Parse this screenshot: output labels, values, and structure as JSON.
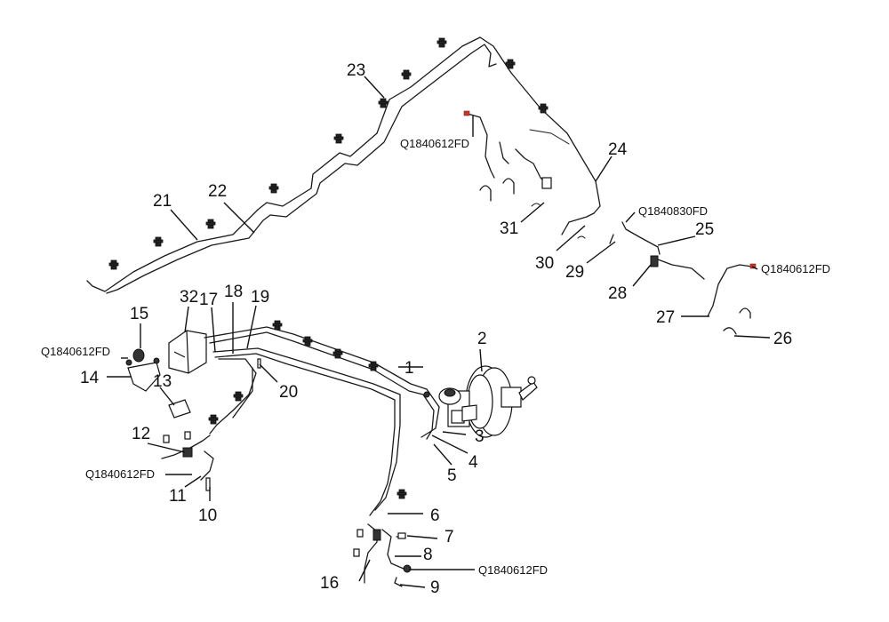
{
  "callouts": {
    "c1": "1",
    "c2": "2",
    "c3": "3",
    "c4": "4",
    "c5": "5",
    "c6": "6",
    "c7": "7",
    "c8": "8",
    "c9": "9",
    "c10": "10",
    "c11": "11",
    "c12": "12",
    "c13": "13",
    "c14": "14",
    "c15": "15",
    "c16": "16",
    "c17": "17",
    "c18": "18",
    "c19": "19",
    "c20": "20",
    "c21": "21",
    "c22": "22",
    "c23": "23",
    "c24": "24",
    "c25": "25",
    "c26": "26",
    "c27": "27",
    "c28": "28",
    "c29": "29",
    "c30": "30",
    "c31": "31",
    "c32": "32"
  },
  "codes": {
    "top_left": "Q1840612FD",
    "top_mid": "Q1840830FD",
    "top_right": "Q1840612FD",
    "mid_left": "Q1840612FD",
    "left_low": "Q1840612FD",
    "bottom": "Q1840612FD"
  },
  "colors": {
    "line": "#1a1a1a",
    "accent": "#c0392b",
    "background": "#ffffff"
  }
}
